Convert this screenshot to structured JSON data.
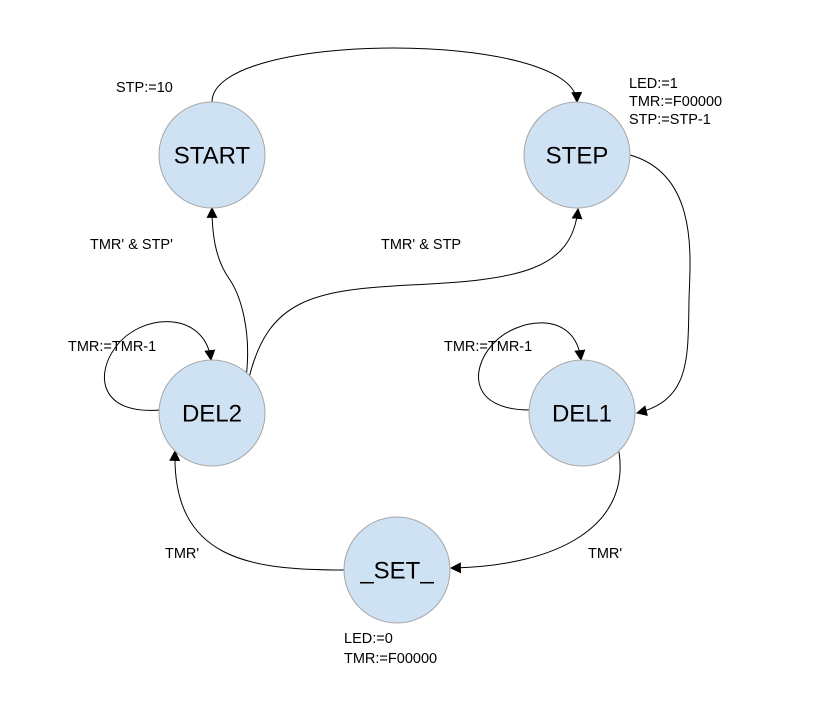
{
  "states": {
    "start": "START",
    "step": "STEP",
    "del2": "DEL2",
    "del1": "DEL1",
    "set": "_SET_"
  },
  "actions": {
    "start": [
      "STP:=10"
    ],
    "step": [
      "LED:=1",
      "TMR:=F00000",
      "STP:=STP-1"
    ],
    "set": [
      "LED:=0",
      "TMR:=F00000"
    ],
    "del2_loop": "TMR:=TMR-1",
    "del1_loop": "TMR:=TMR-1"
  },
  "transitions": {
    "del2_to_start": "TMR' & STP'",
    "del2_to_step": "TMR' & STP",
    "set_to_del2": "TMR'",
    "del1_to_set": "TMR'"
  },
  "colors": {
    "state_fill": "#cfe2f3",
    "state_stroke": "#a6a6a6",
    "edge": "#000000"
  }
}
